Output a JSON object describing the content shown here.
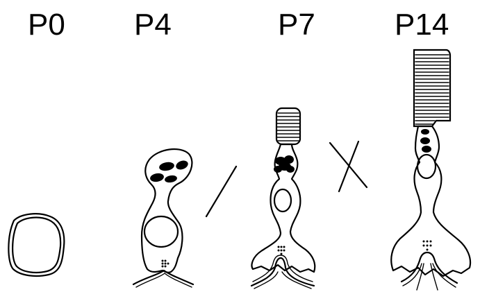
{
  "stages": [
    {
      "id": "p0",
      "label": "P0"
    },
    {
      "id": "p4",
      "label": "P4"
    },
    {
      "id": "p7",
      "label": "P7"
    },
    {
      "id": "p14",
      "label": "P14"
    }
  ],
  "colors": {
    "ink": "#000000",
    "background": "#ffffff"
  }
}
